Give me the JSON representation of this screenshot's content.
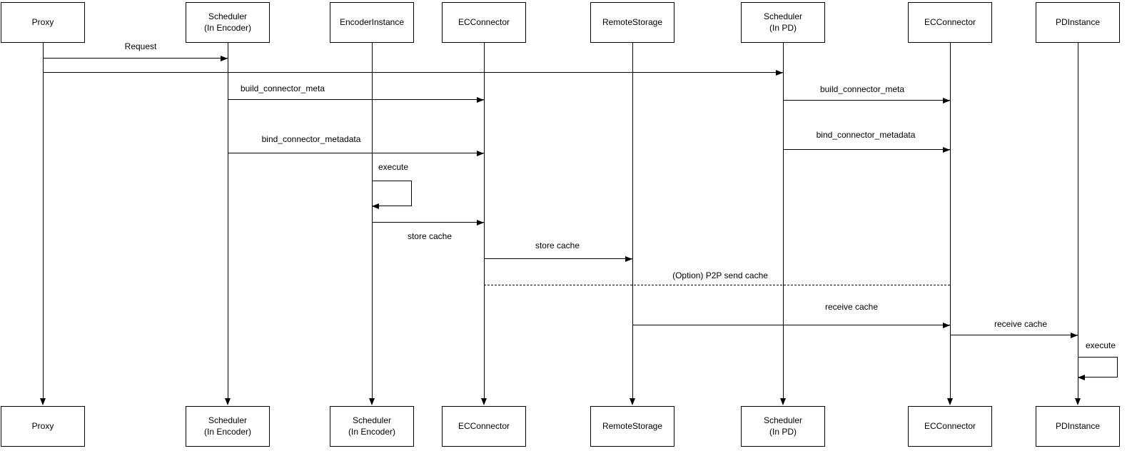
{
  "diagram": {
    "type": "sequence-diagram",
    "background_color": "#ffffff",
    "line_color": "#000000",
    "text_color": "#000000"
  },
  "participants": [
    {
      "id": "proxy",
      "top_label": "Proxy",
      "bottom_label": "Proxy"
    },
    {
      "id": "scheduler-encoder",
      "top_label": "Scheduler\n(In Encoder)",
      "bottom_label": "Scheduler\n(In Encoder)"
    },
    {
      "id": "encoder-instance",
      "top_label": "EncoderInstance",
      "bottom_label": "Scheduler\n(In Encoder)"
    },
    {
      "id": "ec-connector-encoder",
      "top_label": "ECConnector",
      "bottom_label": "ECConnector"
    },
    {
      "id": "remote-storage",
      "top_label": "RemoteStorage",
      "bottom_label": "RemoteStorage"
    },
    {
      "id": "scheduler-pd",
      "top_label": "Scheduler\n(In PD)",
      "bottom_label": "Scheduler\n(In PD)"
    },
    {
      "id": "ec-connector-pd",
      "top_label": "ECConnector",
      "bottom_label": "ECConnector"
    },
    {
      "id": "pd-instance",
      "top_label": "PDInstance",
      "bottom_label": "PDInstance"
    }
  ],
  "messages": [
    {
      "label": "Request",
      "from": "Proxy",
      "to": "Scheduler (In Encoder)",
      "style": "solid-arrow"
    },
    {
      "label": "",
      "from": "Proxy",
      "to": "Scheduler (In PD)",
      "style": "solid-arrow"
    },
    {
      "label": "build_connector_meta",
      "from": "Scheduler (In Encoder)",
      "to": "ECConnector",
      "style": "solid-arrow"
    },
    {
      "label": "build_connector_meta",
      "from": "Scheduler (In PD)",
      "to": "ECConnector",
      "style": "solid-arrow"
    },
    {
      "label": "bind_connector_metadata",
      "from": "Scheduler (In Encoder)",
      "to": "ECConnector",
      "style": "solid-arrow"
    },
    {
      "label": "bind_connector_metadata",
      "from": "Scheduler (In PD)",
      "to": "ECConnector",
      "style": "solid-arrow"
    },
    {
      "label": "execute",
      "from": "EncoderInstance",
      "to": "EncoderInstance",
      "style": "self-loop"
    },
    {
      "label": "store cache",
      "from": "EncoderInstance",
      "to": "ECConnector",
      "style": "solid-arrow"
    },
    {
      "label": "store cache",
      "from": "ECConnector",
      "to": "RemoteStorage",
      "style": "solid-arrow"
    },
    {
      "label": "(Option) P2P send cache",
      "from": "ECConnector",
      "to": "ECConnector",
      "style": "dashed-no-arrow"
    },
    {
      "label": "receive cache",
      "from": "RemoteStorage",
      "to": "ECConnector",
      "style": "solid-arrow"
    },
    {
      "label": "receive cache",
      "from": "ECConnector",
      "to": "PDInstance",
      "style": "solid-arrow"
    },
    {
      "label": "execute",
      "from": "PDInstance",
      "to": "PDInstance",
      "style": "self-loop"
    }
  ]
}
